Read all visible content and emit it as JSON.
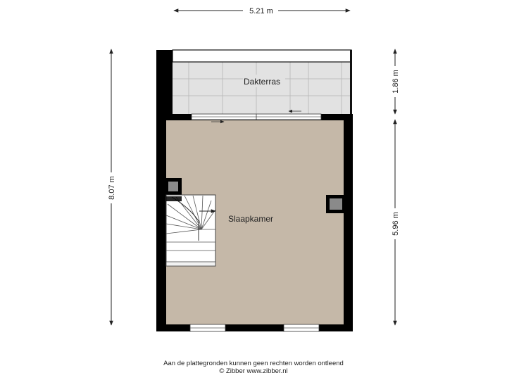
{
  "dimensions": {
    "top_width": "5.21 m",
    "left_height": "8.07 m",
    "right_top_height": "1.86 m",
    "right_bottom_height": "5.96 m"
  },
  "rooms": {
    "roof_terrace": "Dakterras",
    "bedroom": "Slaapkamer"
  },
  "footer": {
    "disclaimer": "Aan de plattegronden kunnen geen rechten worden ontleend",
    "copyright": "© Zibber www.zibber.nl"
  },
  "colors": {
    "wall": "#000000",
    "bedroom_floor": "#c5b8a8",
    "terrace_floor": "#e2e2e2",
    "terrace_grid": "#bdbdbd",
    "stair_floor": "#ffffff",
    "dimension_line": "#222222"
  }
}
